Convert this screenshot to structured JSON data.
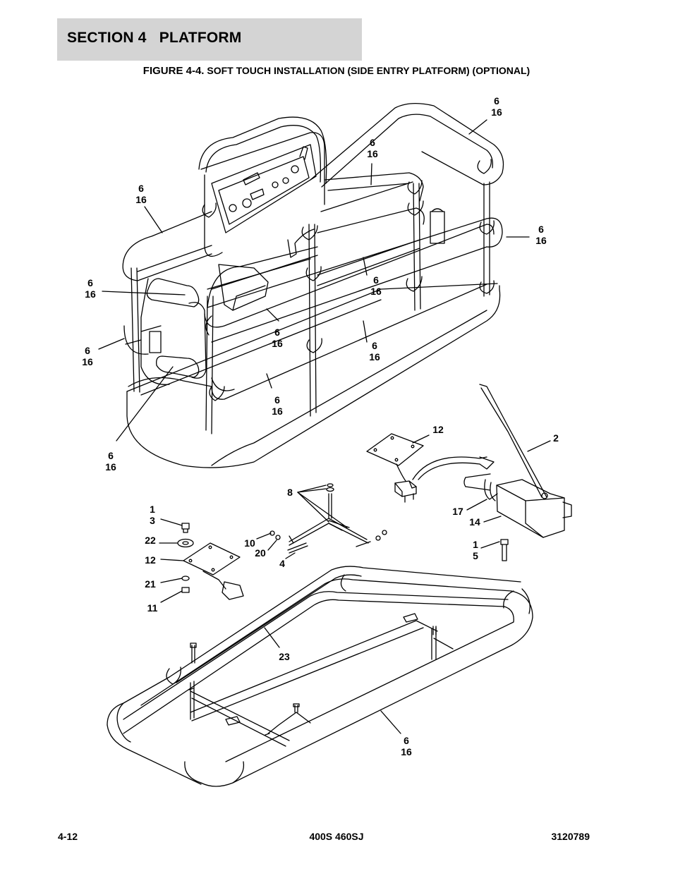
{
  "header": {
    "section_title": "SECTION 4   PLATFORM"
  },
  "figure": {
    "number": "FIGURE 4-4.",
    "title": "SOFT TOUCH INSTALLATION (SIDE ENTRY PLATFORM) (OPTIONAL)"
  },
  "callouts": [
    {
      "id": "c01",
      "lines": [
        "6",
        "16"
      ]
    },
    {
      "id": "c02",
      "lines": [
        "6",
        "16"
      ]
    },
    {
      "id": "c03",
      "lines": [
        "6",
        "16"
      ]
    },
    {
      "id": "c04",
      "lines": [
        "6",
        "16"
      ]
    },
    {
      "id": "c05",
      "lines": [
        "6",
        "16"
      ]
    },
    {
      "id": "c06",
      "lines": [
        "6",
        "16"
      ]
    },
    {
      "id": "c07",
      "lines": [
        "6",
        "16"
      ]
    },
    {
      "id": "c08",
      "lines": [
        "6",
        "16"
      ]
    },
    {
      "id": "c09",
      "lines": [
        "6",
        "16"
      ]
    },
    {
      "id": "c10",
      "lines": [
        "6",
        "16"
      ]
    },
    {
      "id": "c11",
      "lines": [
        "6",
        "16"
      ]
    },
    {
      "id": "c12",
      "lines": [
        "12"
      ]
    },
    {
      "id": "c13",
      "lines": [
        "2"
      ]
    },
    {
      "id": "c14",
      "lines": [
        "8"
      ]
    },
    {
      "id": "c15",
      "lines": [
        "1",
        "3"
      ]
    },
    {
      "id": "c16",
      "lines": [
        "22"
      ]
    },
    {
      "id": "c17",
      "lines": [
        "12"
      ]
    },
    {
      "id": "c18",
      "lines": [
        "21"
      ]
    },
    {
      "id": "c19",
      "lines": [
        "11"
      ]
    },
    {
      "id": "c20",
      "lines": [
        "10"
      ]
    },
    {
      "id": "c21",
      "lines": [
        "20"
      ]
    },
    {
      "id": "c22",
      "lines": [
        "4"
      ]
    },
    {
      "id": "c23",
      "lines": [
        "17"
      ]
    },
    {
      "id": "c24",
      "lines": [
        "14"
      ]
    },
    {
      "id": "c25",
      "lines": [
        "1",
        "5"
      ]
    },
    {
      "id": "c26",
      "lines": [
        "23"
      ]
    },
    {
      "id": "c27",
      "lines": [
        "6",
        "16"
      ]
    }
  ],
  "footer": {
    "page": "4-12",
    "model": "400S 460SJ",
    "doc_number": "3120789"
  }
}
